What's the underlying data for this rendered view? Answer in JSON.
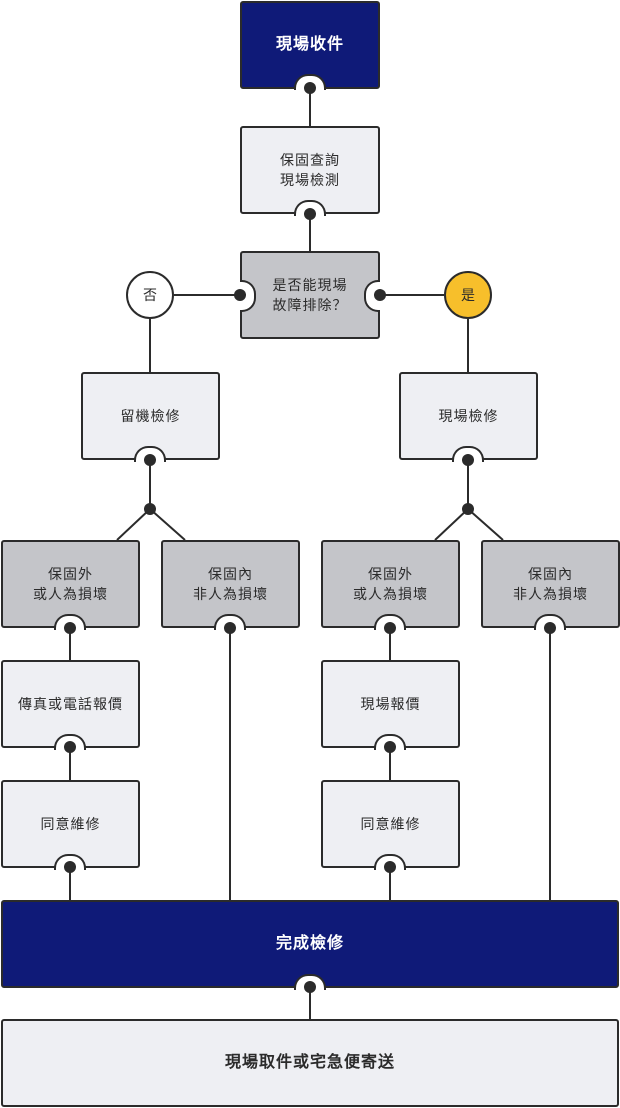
{
  "nodes": {
    "receive": "現場收件",
    "warranty_check": "保固查詢\n現場檢測",
    "decision": "是否能現場\n故障排除？",
    "no": "否",
    "yes": "是",
    "shop_repair": "留機檢修",
    "onsite_repair": "現場檢修",
    "left_out_warranty": "保固外\n或人為損壞",
    "left_in_warranty": "保固內\n非人為損壞",
    "right_out_warranty": "保固外\n或人為損壞",
    "right_in_warranty": "保固內\n非人為損壞",
    "fax_quote": "傳真或電話報價",
    "left_agree": "同意維修",
    "onsite_quote": "現場報價",
    "right_agree": "同意維修",
    "complete": "完成檢修",
    "return": "現場取件或宅急便寄送"
  },
  "colors": {
    "navy": "#0f1a78",
    "gray_dark": "#c4c5c9",
    "gray_light": "#eeeff3",
    "yes_yellow": "#f7bf2b",
    "stroke": "#2b2b2b"
  }
}
